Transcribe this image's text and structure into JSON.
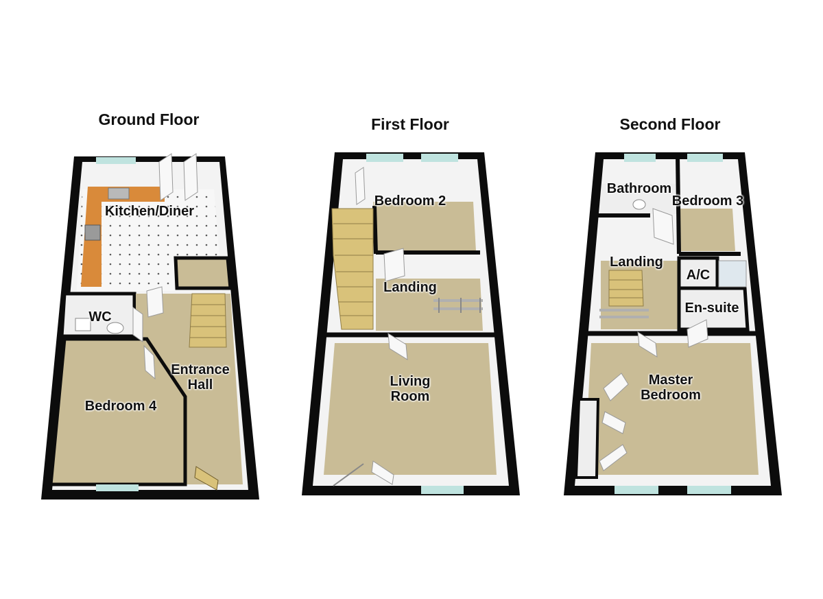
{
  "floors": [
    {
      "title": "Ground Floor",
      "rooms": {
        "kitchen": "Kitchen/Diner",
        "wc": "WC",
        "hall_line1": "Entrance",
        "hall_line2": "Hall",
        "bedroom4": "Bedroom 4"
      }
    },
    {
      "title": "First Floor",
      "rooms": {
        "bedroom2": "Bedroom 2",
        "landing": "Landing",
        "living_line1": "Living",
        "living_line2": "Room"
      }
    },
    {
      "title": "Second Floor",
      "rooms": {
        "bathroom": "Bathroom",
        "bedroom3": "Bedroom 3",
        "landing": "Landing",
        "ac": "A/C",
        "ensuite": "En-suite",
        "master_line1": "Master",
        "master_line2": "Bedroom"
      }
    }
  ],
  "colors": {
    "wall": "#0c0c0c",
    "wall_face": "#f4f4f4",
    "carpet": "#c9bc96",
    "worktop": "#d98a3a",
    "tile": "#f6f6f6",
    "window": "#bfe3df",
    "stairs": "#d9c27a"
  }
}
